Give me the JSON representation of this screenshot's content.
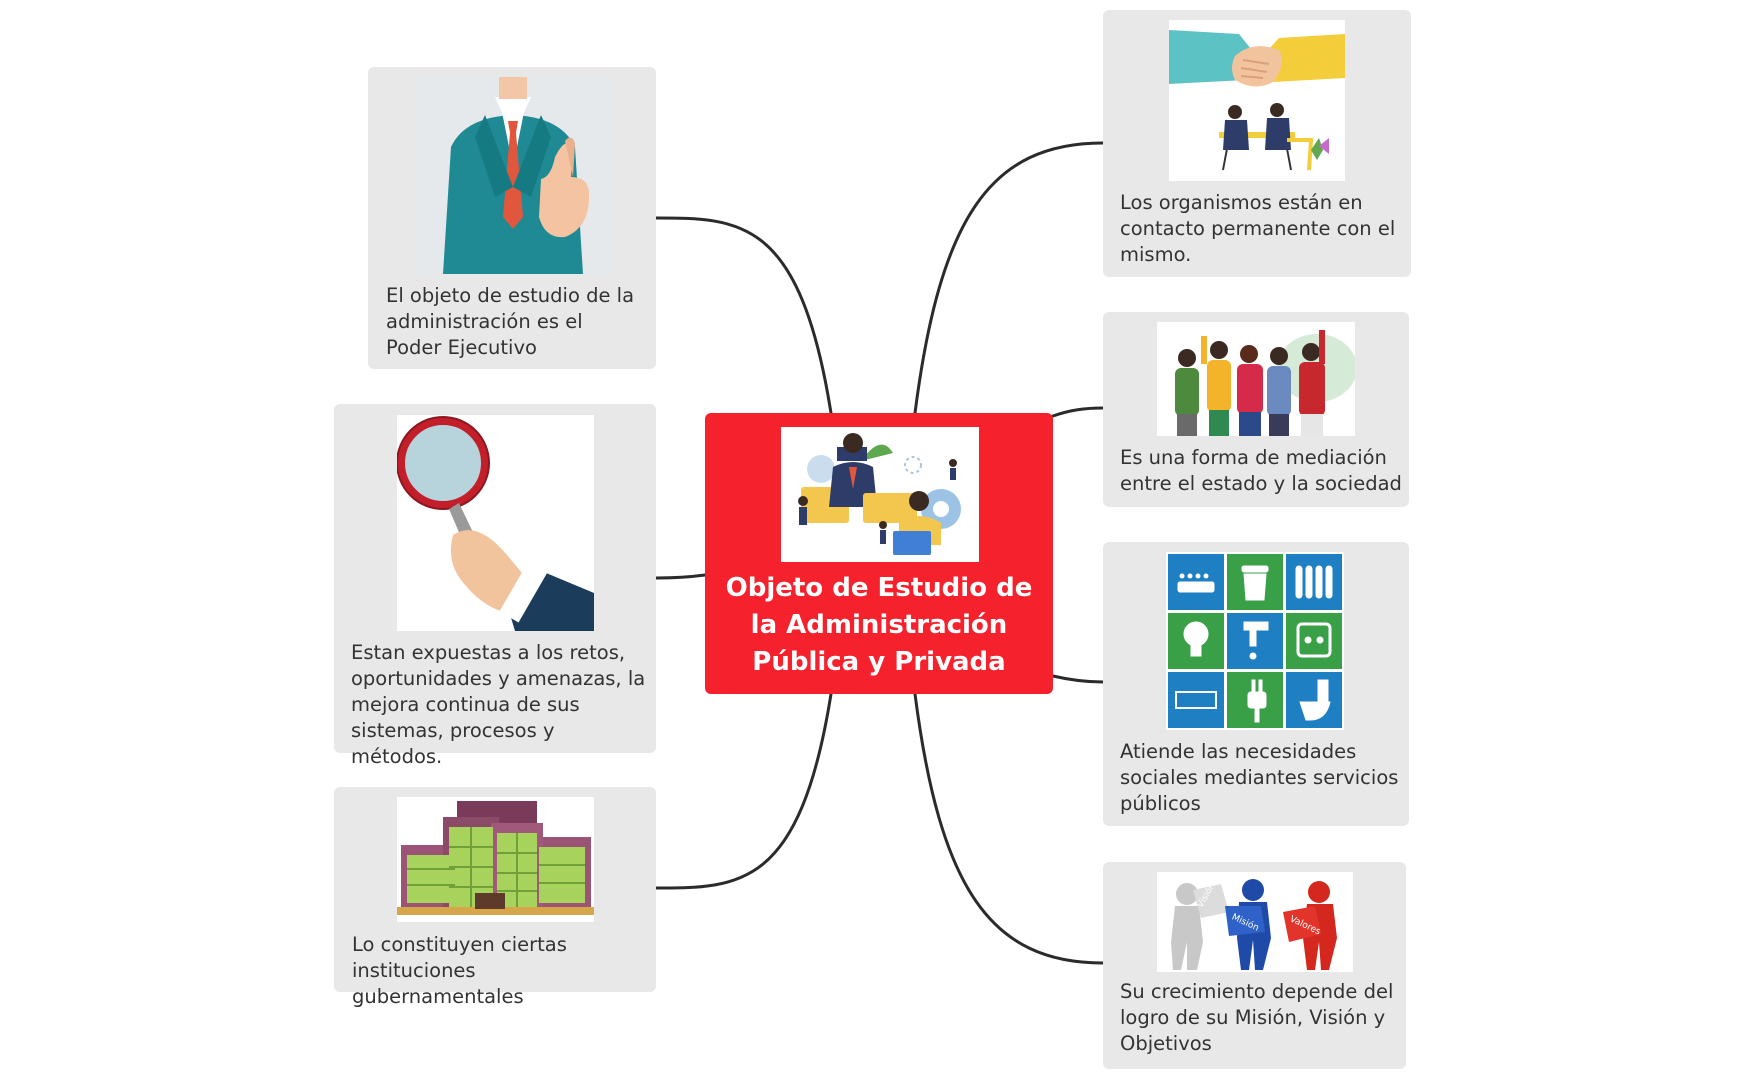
{
  "center": {
    "title": "Objeto de Estudio de la Administración Pública y Privada",
    "image_icon": "office-team-illustration-icon",
    "color": "#f5222d"
  },
  "branches": {
    "left": [
      {
        "text": "El objeto de estudio de la administración es el Poder Ejecutivo",
        "icon": "businessman-thumbs-up-icon"
      },
      {
        "text": "Estan expuestas a los retos, oportunidades y amenazas, la mejora continua de sus sistemas, procesos y métodos.",
        "icon": "magnifying-glass-hand-icon"
      },
      {
        "text": "Lo constituyen ciertas instituciones gubernamentales",
        "icon": "government-building-icon"
      }
    ],
    "right": [
      {
        "text": "Los organismos están en contacto permanente con el mismo.",
        "icon": "handshake-meeting-icon"
      },
      {
        "text": "Es una forma de mediación entre el estado y la sociedad",
        "icon": "people-group-icon"
      },
      {
        "text": "Atiende las necesidades sociales mediantes servicios públicos",
        "icon": "public-services-grid-icon"
      },
      {
        "text": "Su crecimiento depende del logro de su Misión, Visión y Objetivos",
        "icon": "puzzle-people-icon",
        "image_labels": [
          "Visión",
          "Misión",
          "Valores"
        ]
      }
    ]
  },
  "colors": {
    "node_bg": "#e8e8e8",
    "connector": "#2b2b2b",
    "text": "#333333"
  }
}
